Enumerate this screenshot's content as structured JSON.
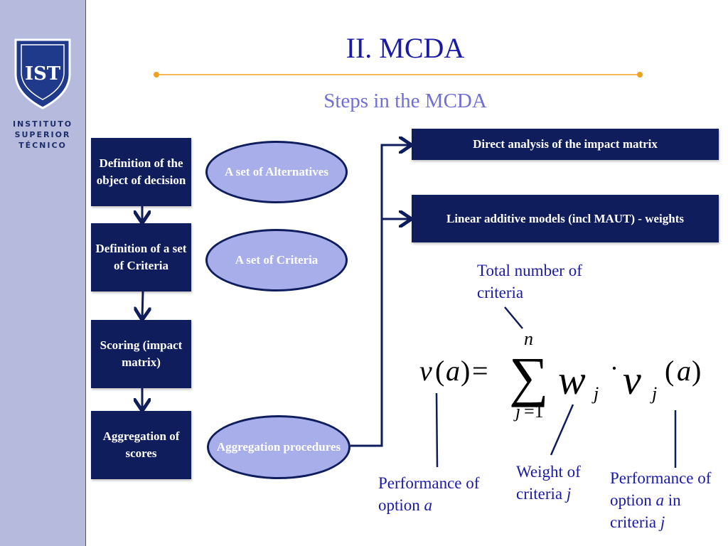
{
  "slide": {
    "title": "II. MCDA",
    "subtitle": "Steps in the MCDA"
  },
  "logo": {
    "monogram": "IST",
    "lines": [
      "INSTITUTO",
      "SUPERIOR",
      "TÉCNICO"
    ]
  },
  "steps": [
    {
      "label": "Definition of the object of decision"
    },
    {
      "label": "Definition of a set of Criteria"
    },
    {
      "label": "Scoring (impact matrix)"
    },
    {
      "label": "Aggregation of scores"
    }
  ],
  "ellipses": [
    {
      "label": "A set of Alternatives"
    },
    {
      "label": "A set of Criteria"
    },
    {
      "label": "Aggregation procedures"
    }
  ],
  "outcomes": [
    {
      "label": "Direct analysis of the impact matrix"
    },
    {
      "label": "Linear additive models (incl MAUT) - weights"
    }
  ],
  "formula": {
    "lhs_fn": "v",
    "lhs_arg": "a",
    "equals": "=",
    "sum": "∑",
    "upper": "n",
    "lower_var": "j",
    "lower_eq": "=1",
    "weight": "w",
    "sub": "j",
    "dot": "·",
    "value": "v",
    "rhs_arg": "a"
  },
  "annotations": {
    "total": {
      "line1": "Total number of",
      "line2": "criteria"
    },
    "perf_option": {
      "line1": "Performance of",
      "line2_text": "option ",
      "line2_var": "a"
    },
    "weight": {
      "line1": "Weight of",
      "line2_text": "criteria ",
      "line2_var": "j"
    },
    "perf_criteria": {
      "line1": "Performance of",
      "line2_text": "option ",
      "line2_var": "a",
      "line2_tail": " in",
      "line3_text": "criteria ",
      "line3_var": "j"
    }
  },
  "colors": {
    "navy": "#0f1d5c",
    "ellipse_fill": "#a8aeea",
    "title": "#1a1aa6",
    "subtitle": "#6f6fd8",
    "sidebar": "#b6bbdd",
    "rule": "#f0a020"
  }
}
